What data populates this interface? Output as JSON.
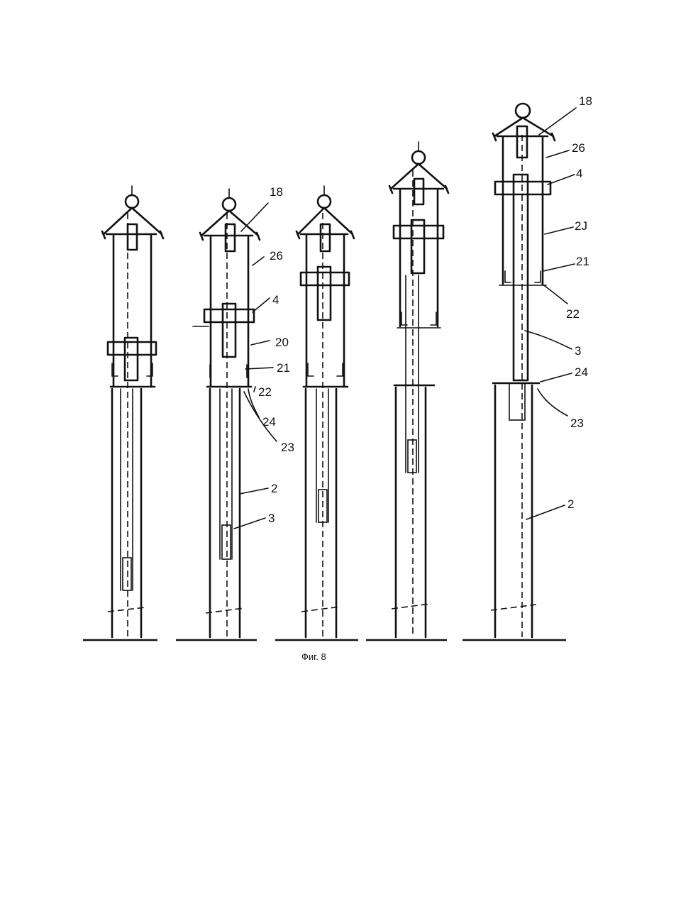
{
  "figure": {
    "caption": "Фиг. 8",
    "labels": {
      "l18_a": "18",
      "l26_a": "26",
      "l4_a": "4",
      "l20_a": "20",
      "l21_a": "21",
      "l22_a": "22",
      "l24_a": "24",
      "l23_a": "23",
      "l2_a": "2",
      "l3_a": "3",
      "l18_b": "18",
      "l26_b": "26",
      "l4_b": "4",
      "l20_b": "2J",
      "l21_b": "21",
      "l22_b": "22",
      "l3_b": "3",
      "l24_b": "24",
      "l23_b": "23",
      "l2_b": "2"
    }
  }
}
